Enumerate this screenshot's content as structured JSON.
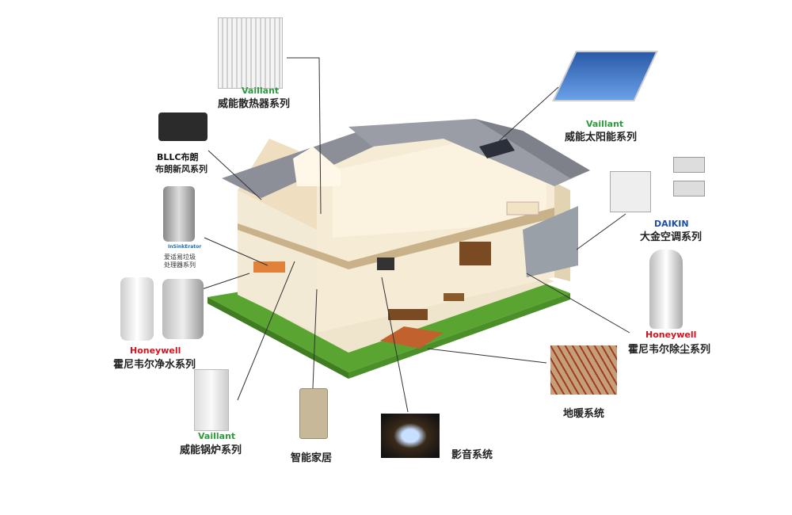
{
  "labels": {
    "radiator": "威能散热器系列",
    "fresh_air": "布朗新风系列",
    "garbage_1": "爱适易垃圾",
    "garbage_2": "处理器系列",
    "water": "霍尼韦尔净水系列",
    "boiler": "威能锅炉系列",
    "smart_home": "智能家居",
    "av_system": "影音系统",
    "floor_heating": "地暖系统",
    "dust": "霍尼韦尔除尘系列",
    "aircon": "大金空调系列",
    "solar": "威能太阳能系列"
  },
  "brands": {
    "vaillant": "Vaillant",
    "bllc": "BLLC布朗",
    "honeywell": "Honeywell",
    "daikin": "DAIKIN",
    "insinkerator": "InSinkErator"
  },
  "colors": {
    "vaillant": "#2e9a3e",
    "honeywell": "#d4121b",
    "daikin": "#1a4fa3",
    "roof": "#8c8f98",
    "grass": "#5aa532"
  }
}
